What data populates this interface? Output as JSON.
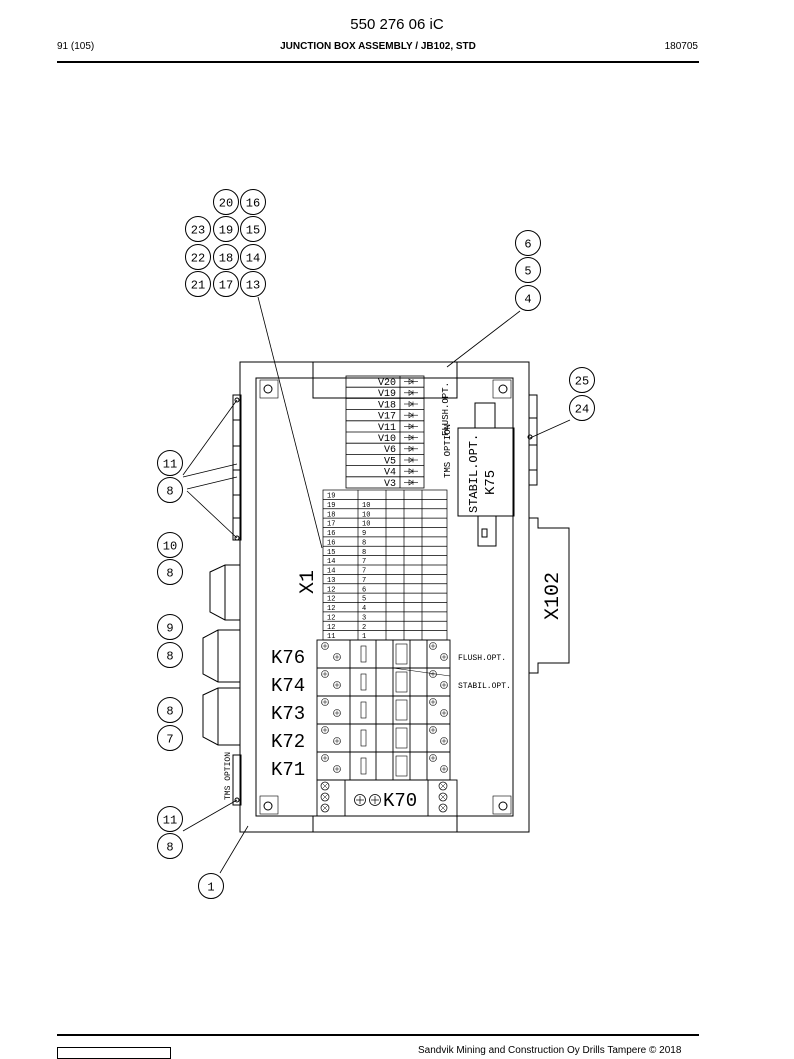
{
  "header": {
    "doc_number": "550 276 06 iC",
    "page": "91 (105)",
    "title": "JUNCTION BOX ASSEMBLY / JB102, STD",
    "date": "180705"
  },
  "footer": {
    "text": "Sandvik Mining and Construction Oy Drills Tampere © 2018"
  },
  "callouts": [
    "20",
    "16",
    "23",
    "19",
    "15",
    "22",
    "18",
    "14",
    "21",
    "17",
    "13",
    "6",
    "5",
    "4",
    "25",
    "24",
    "11",
    "8",
    "10",
    "8",
    "9",
    "8",
    "8",
    "7",
    "11",
    "8",
    "1"
  ],
  "diagram": {
    "diodes": [
      "V20",
      "V19",
      "V18",
      "V17",
      "V11",
      "V10",
      "V6",
      "V5",
      "V4",
      "V3"
    ],
    "flush_opt_vertical": "FLUSH.OPT.",
    "tms_option_vertical": "TMS OPTION",
    "stabil_opt_vertical": "STABIL.OPT.",
    "k75": "K75",
    "x102": "X102",
    "x1": "X1",
    "terminal_left": [
      "19",
      "19",
      "18",
      "17",
      "16",
      "16",
      "15",
      "14",
      "14",
      "13",
      "12",
      "12",
      "12",
      "12",
      "12",
      "11"
    ],
    "terminal_right": [
      "",
      "10",
      "10",
      "10",
      "9",
      "8",
      "8",
      "7",
      "7",
      "7",
      "6",
      "5",
      "4",
      "3",
      "2",
      "1"
    ],
    "relays": [
      "K76",
      "K74",
      "K73",
      "K72",
      "K71"
    ],
    "k70": "K70",
    "flush_opt": "FLUSH.OPT.",
    "stabil_opt": "STABIL.OPT.",
    "tms_option_side": "TMS OPTION"
  }
}
